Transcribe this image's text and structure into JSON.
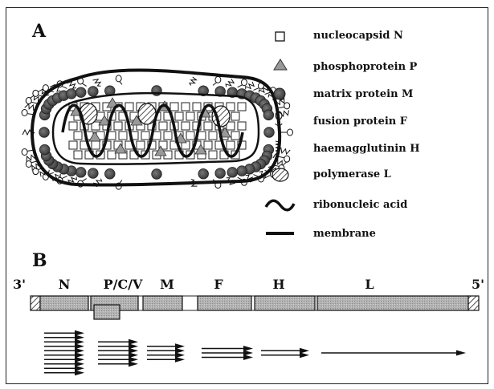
{
  "panel_a": {
    "label": "A"
  },
  "panel_b": {
    "label": "B"
  },
  "legend": [
    {
      "id": "nucleocapsid",
      "text": "nucleocapsid  N",
      "icon": "open-square"
    },
    {
      "id": "phosphoprotein",
      "text": "phosphoprotein  P",
      "icon": "gray-triangle"
    },
    {
      "id": "matrix",
      "text": "matrix protein  M",
      "icon": "dark-dot"
    },
    {
      "id": "fusion",
      "text": "fusion protein  F",
      "icon": "fusion-glyph"
    },
    {
      "id": "haemagglutinin",
      "text": "haemagglutinin  H",
      "icon": "coil-glyph"
    },
    {
      "id": "polymerase",
      "text": "polymerase  L",
      "icon": "hatched-oval"
    },
    {
      "id": "rna",
      "text": "ribonucleic acid",
      "icon": "wavy-line"
    },
    {
      "id": "membrane",
      "text": "membrane",
      "icon": "thick-bar"
    }
  ],
  "genome": {
    "left_end": "3'",
    "right_end": "5'",
    "genes": [
      "N",
      "P/C/V",
      "M",
      "F",
      "H",
      "L"
    ]
  },
  "colors": {
    "protein_fill": "#aaaaaa",
    "dark_fill": "#555555",
    "line": "#111111"
  }
}
